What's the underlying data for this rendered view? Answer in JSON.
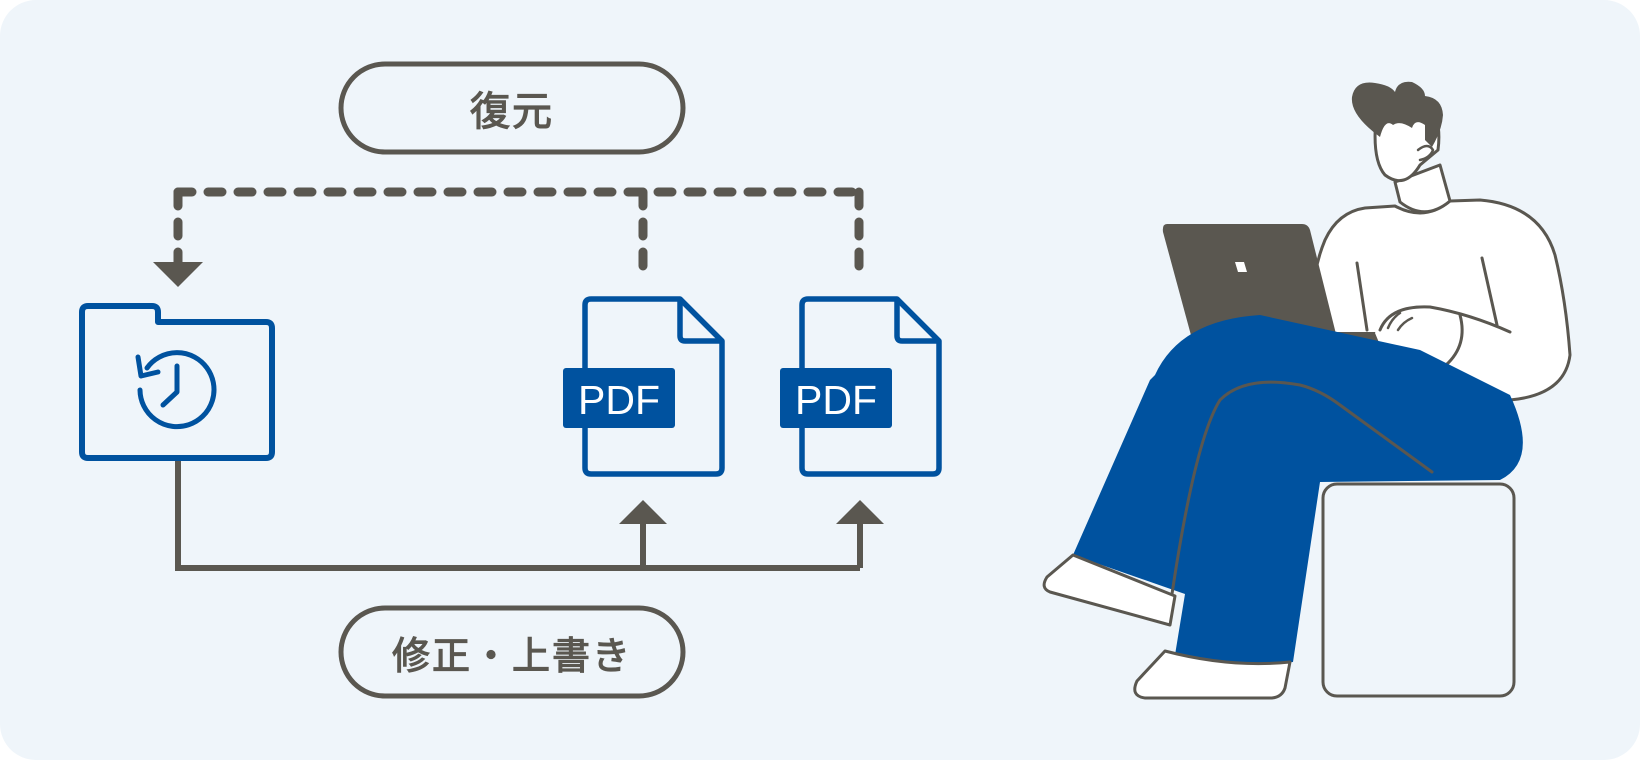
{
  "title": "PDF restore and overwrite workflow",
  "labels": {
    "restore": "復元",
    "overwrite": "修正・上書き"
  },
  "nodes": {
    "folder": {
      "icon": "history-folder-icon"
    },
    "pdf_files": [
      {
        "label": "PDF"
      },
      {
        "label": "PDF"
      }
    ]
  },
  "colors": {
    "background": "#eff5fa",
    "accent_blue": "#00529f",
    "line_gray": "#5a5750",
    "white": "#ffffff"
  }
}
